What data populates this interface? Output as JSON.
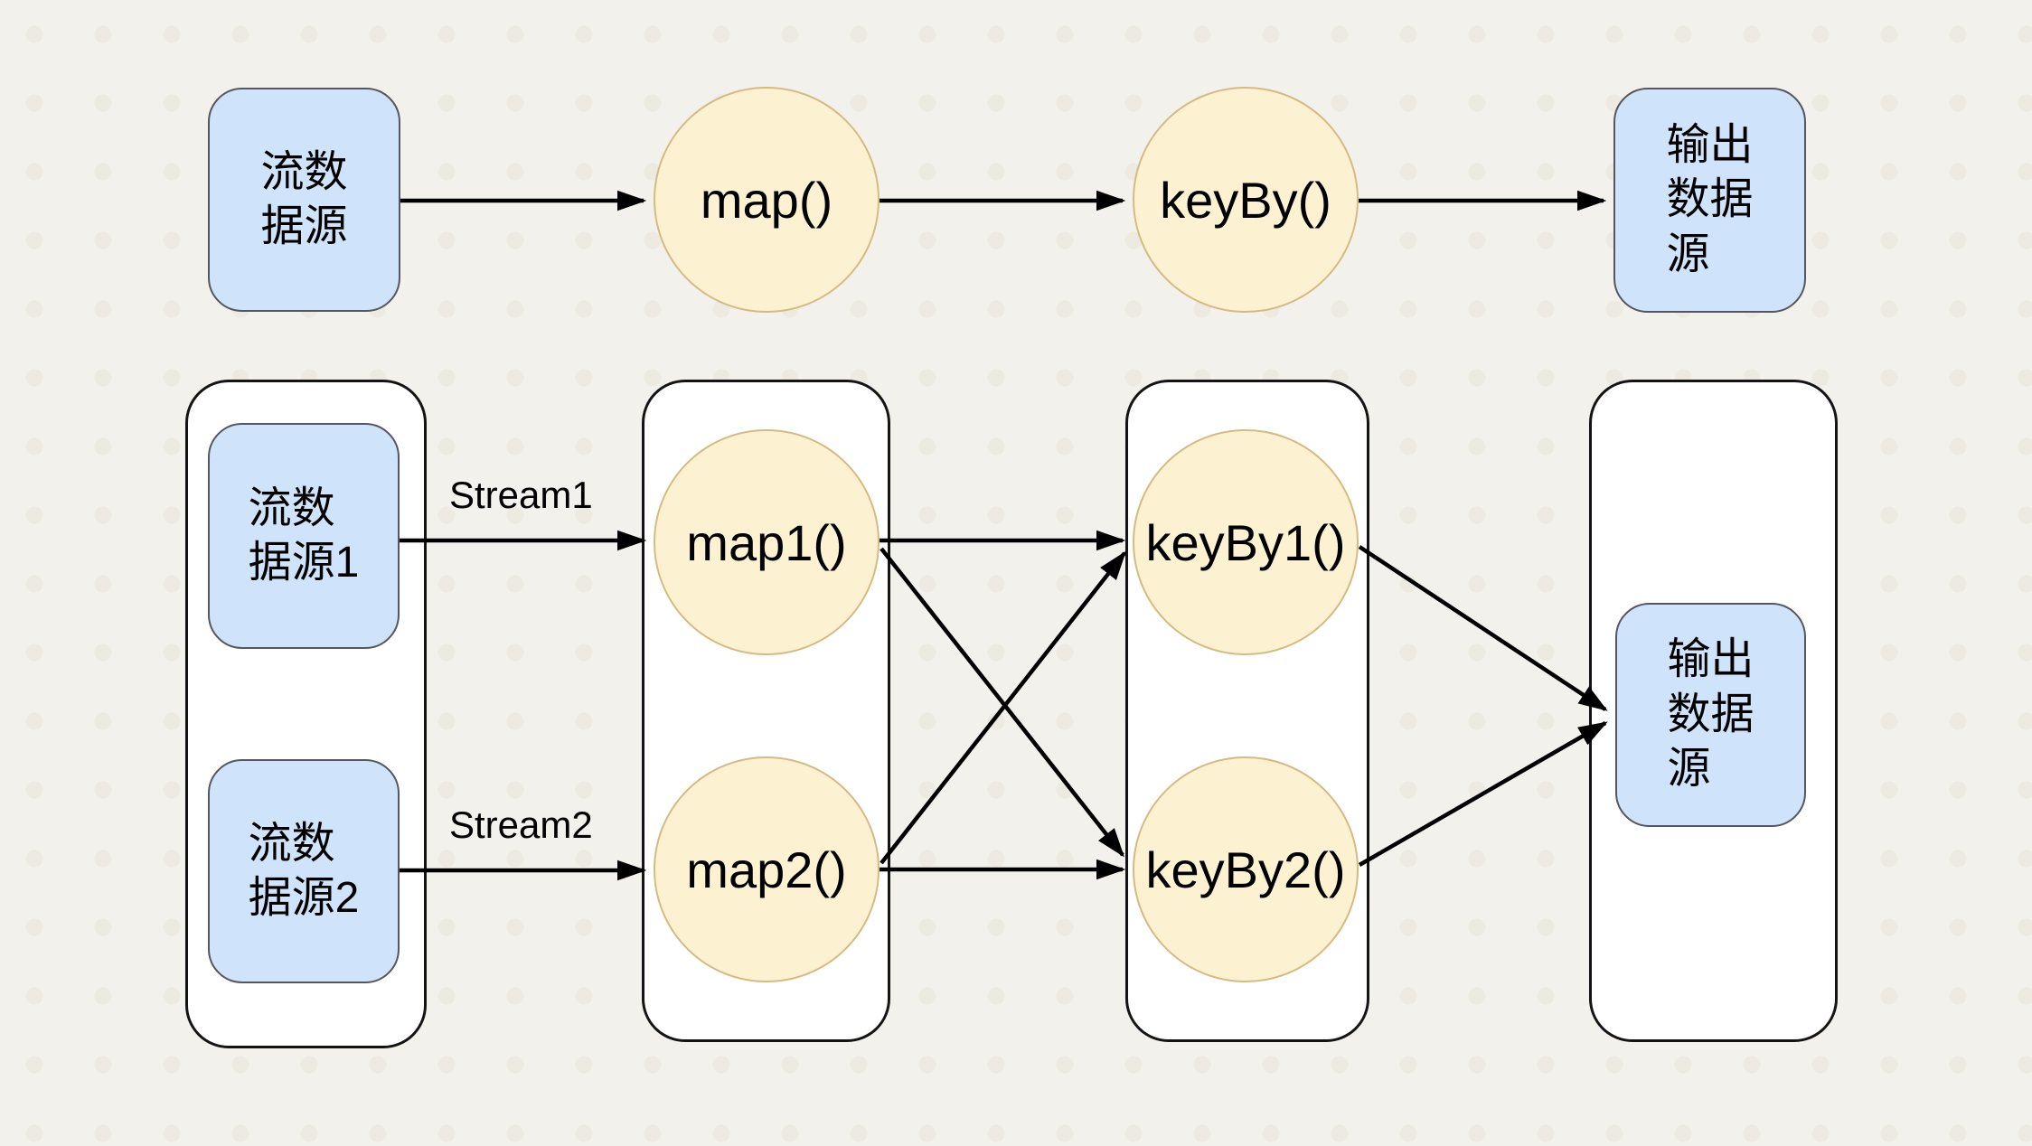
{
  "colors": {
    "background": "#f3f1ec",
    "blue_node_fill": "#cfe3fa",
    "blue_node_border": "#565660",
    "circle_node_fill": "#fcf1d1",
    "circle_node_border": "#d5bb83",
    "container_fill": "#ffffff",
    "container_border": "#141414",
    "arrow": "#000000"
  },
  "top_flow": {
    "source": {
      "lines": [
        "流数",
        "据源"
      ]
    },
    "map_label": "map()",
    "keyby_label": "keyBy()",
    "sink": {
      "lines": [
        "输出",
        "数据",
        "源"
      ]
    }
  },
  "bottom_flow": {
    "source1": {
      "lines": [
        "流数",
        "据源1"
      ]
    },
    "source2": {
      "lines": [
        "流数",
        "据源2"
      ]
    },
    "stream1_label": "Stream1",
    "stream2_label": "Stream2",
    "map1_label": "map1()",
    "map2_label": "map2()",
    "keyby1_label": "keyBy1()",
    "keyby2_label": "keyBy2()",
    "sink": {
      "lines": [
        "输出",
        "数据",
        "源"
      ]
    }
  },
  "edges": [
    {
      "from": "流数据源",
      "to": "map()",
      "label": ""
    },
    {
      "from": "map()",
      "to": "keyBy()",
      "label": ""
    },
    {
      "from": "keyBy()",
      "to": "输出数据源",
      "label": ""
    },
    {
      "from": "流数据源1",
      "to": "map1()",
      "label": "Stream1"
    },
    {
      "from": "流数据源2",
      "to": "map2()",
      "label": "Stream2"
    },
    {
      "from": "map1()",
      "to": "keyBy1()",
      "label": ""
    },
    {
      "from": "map1()",
      "to": "keyBy2()",
      "label": ""
    },
    {
      "from": "map2()",
      "to": "keyBy1()",
      "label": ""
    },
    {
      "from": "map2()",
      "to": "keyBy2()",
      "label": ""
    },
    {
      "from": "keyBy1()",
      "to": "输出数据源",
      "label": ""
    },
    {
      "from": "keyBy2()",
      "to": "输出数据源",
      "label": ""
    }
  ]
}
